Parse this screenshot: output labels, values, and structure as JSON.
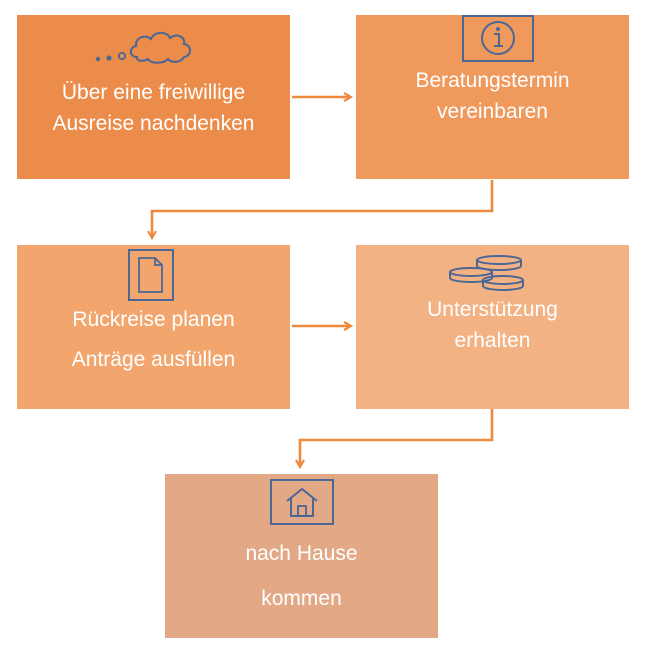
{
  "steps": [
    {
      "lines": [
        "Über eine freiwillige",
        "Ausreise nachdenken"
      ],
      "icon": "thought-bubble-icon",
      "color": "#ec8c4a"
    },
    {
      "lines": [
        "Beratungstermin",
        "vereinbaren"
      ],
      "icon": "info-icon",
      "color": "#f0995c"
    },
    {
      "lines": [
        "Rückreise planen",
        "Anträge ausfüllen"
      ],
      "icon": "document-icon",
      "color": "#f2a66e"
    },
    {
      "lines": [
        "Unterstützung",
        "erhalten"
      ],
      "icon": "coins-icon",
      "color": "#f3b283"
    },
    {
      "lines": [
        "nach Hause",
        "kommen"
      ],
      "icon": "house-icon",
      "color": "#e3a987"
    }
  ],
  "colors": {
    "connector": "#ef8a3c",
    "icon_stroke": "#4a6796"
  }
}
